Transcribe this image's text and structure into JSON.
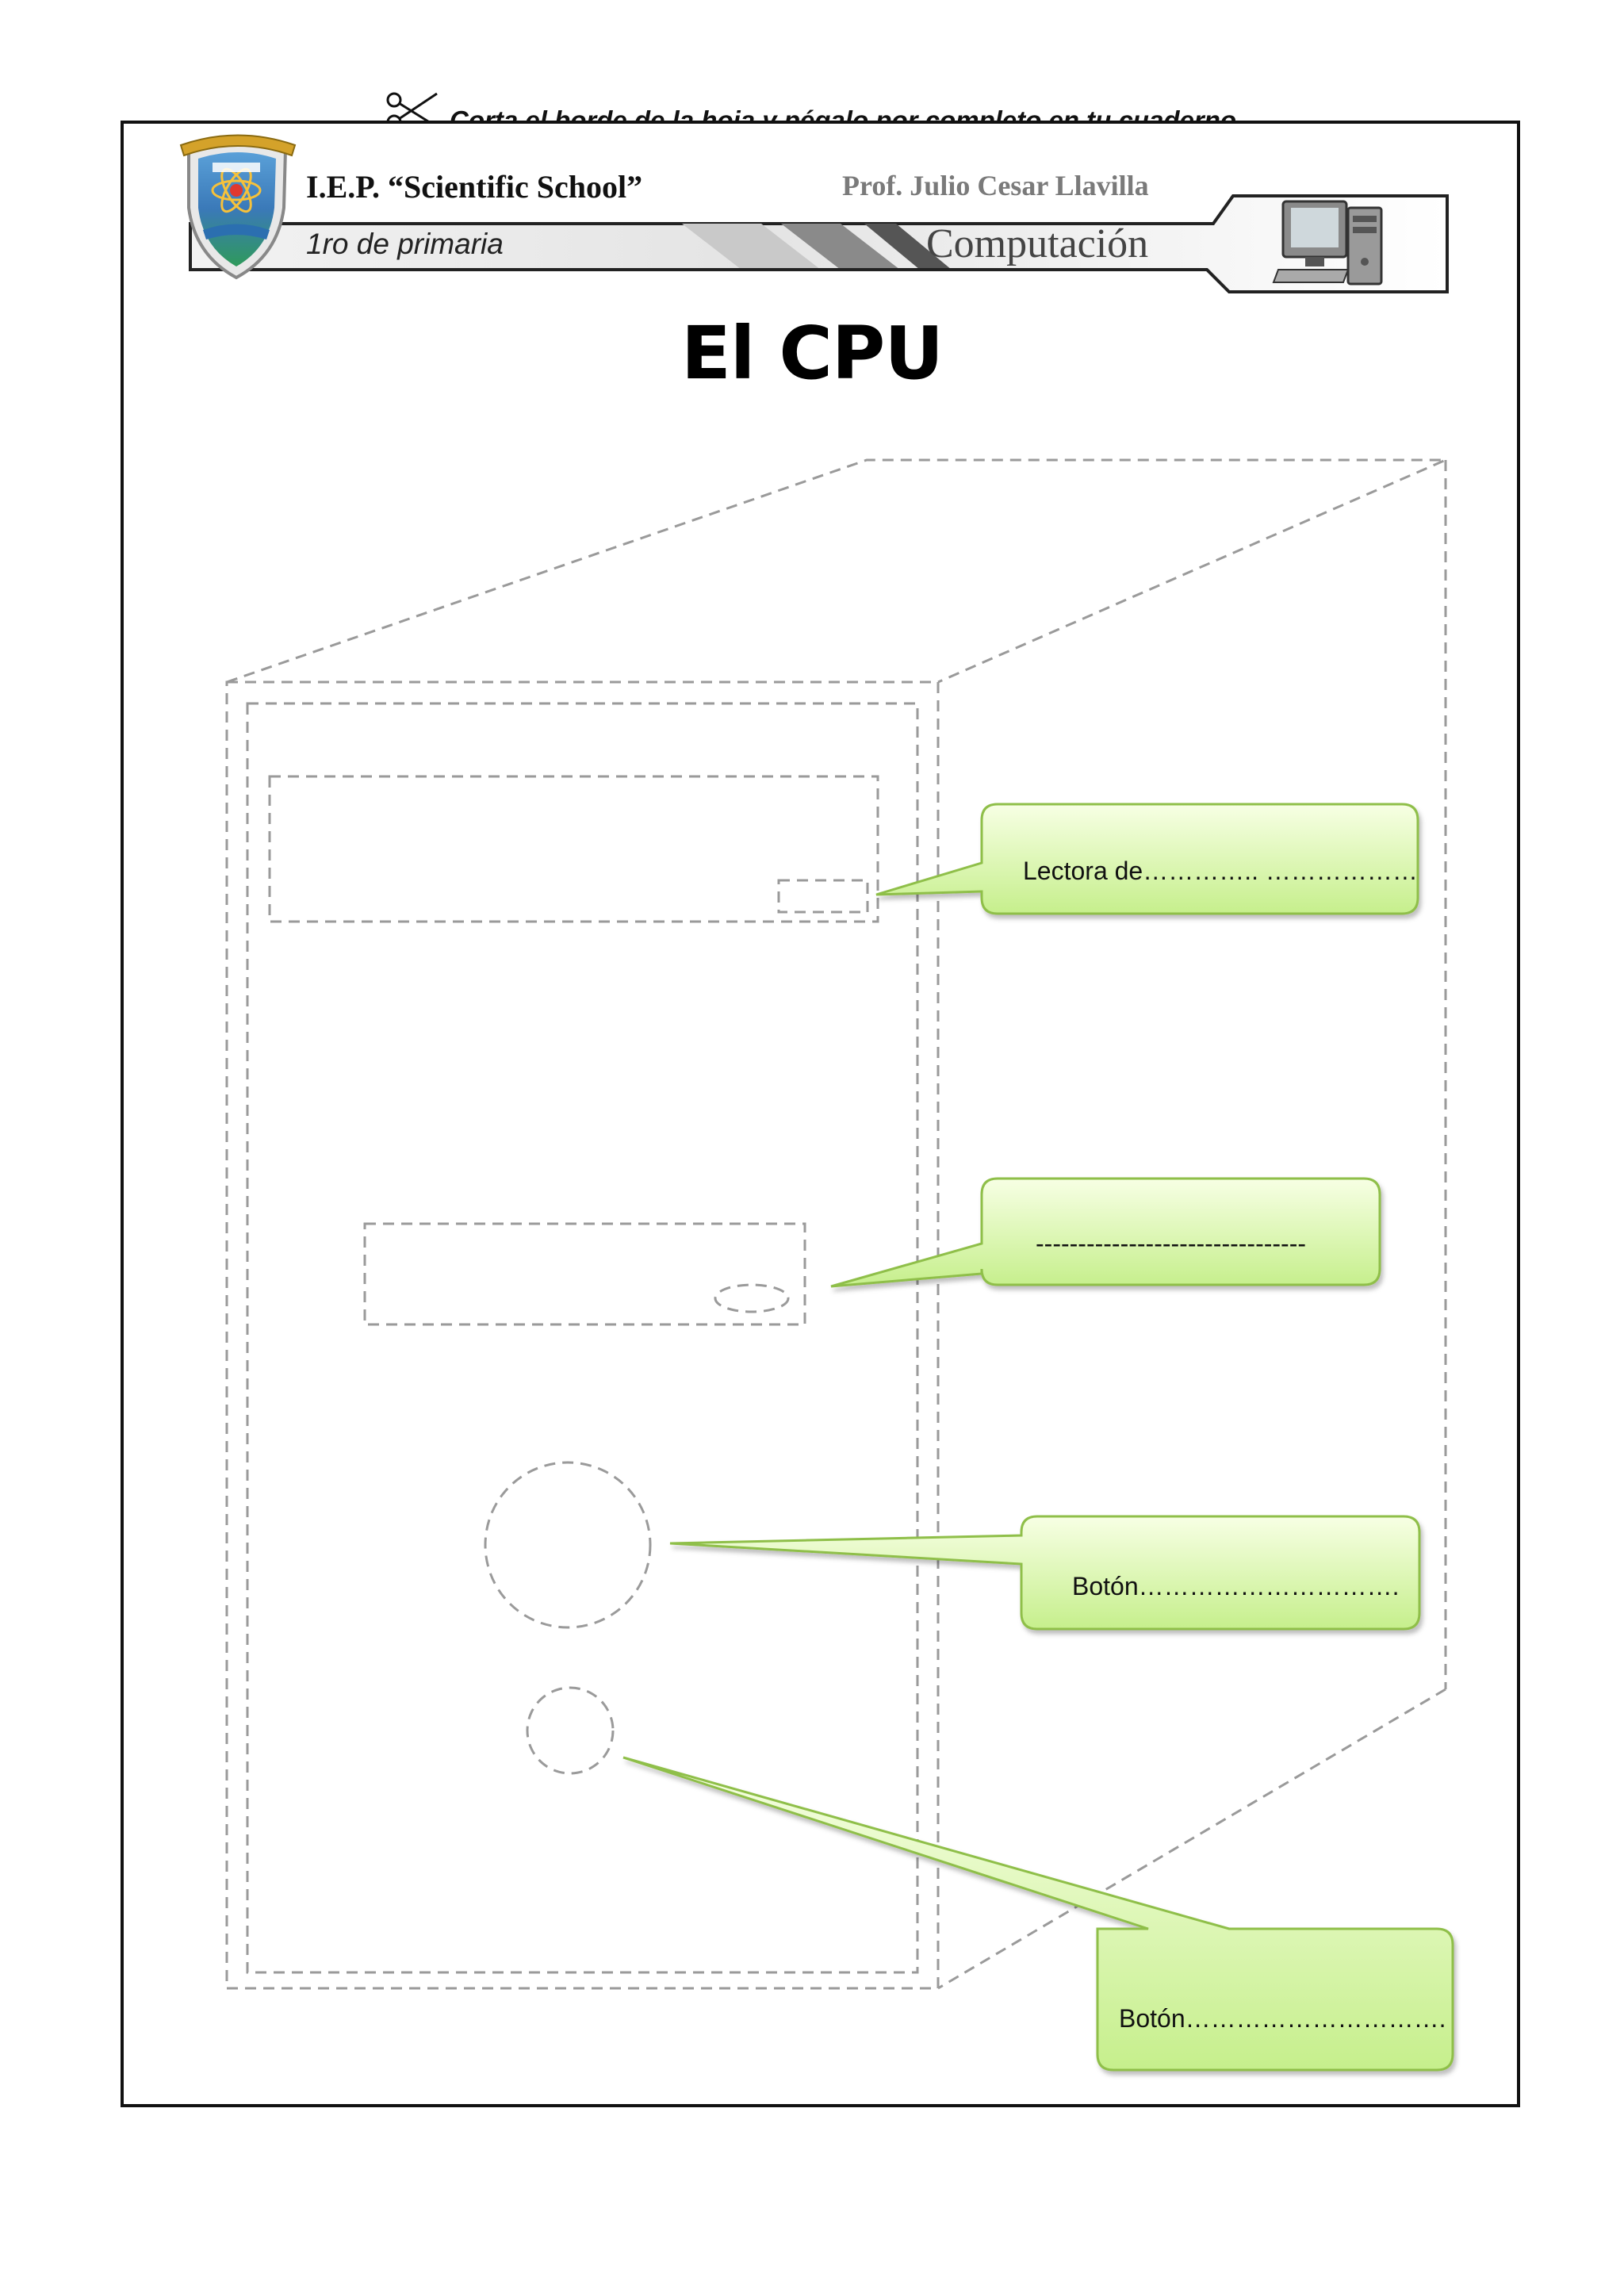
{
  "cut_instruction": "Corta el borde de la hoja y pégalo por completo en tu cuaderno",
  "header": {
    "school": "I.E.P. “Scientific School”",
    "teacher": "Prof. Julio Cesar Llavilla",
    "grade": "1ro de primaria",
    "subject": "Computación"
  },
  "title": "El CPU",
  "callouts": [
    {
      "label": "Lectora de………….. ………………"
    },
    {
      "label": "--------------------------------"
    },
    {
      "label": "Botón…………………………."
    },
    {
      "label": "Botón…………………………."
    }
  ],
  "colors": {
    "callout_fill_top": "#f7ffe4",
    "callout_fill_bottom": "#c6ef8c",
    "callout_border": "#8fbf4a",
    "dashed_outline": "#9a9a9a"
  },
  "icons": [
    "scissors-icon",
    "school-crest-logo",
    "computer-icon"
  ]
}
